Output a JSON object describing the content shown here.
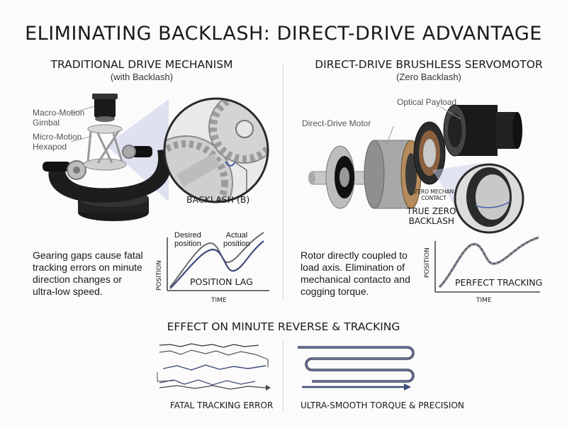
{
  "title": "ELIMINATING BACKLASH: DIRECT-DRIVE ADVANTAGE",
  "left": {
    "heading": "TRADITIONAL DRIVE MECHANISM",
    "subheading": "(with Backlash)",
    "labels": {
      "gimbal_line1": "Macro-Motion",
      "gimbal_line2": "Gimbal",
      "hexapod_line1": "Micro-Motion",
      "hexapod_line2": "Hexapod",
      "backlash": "BACKLASH (B)"
    },
    "description_lines": [
      "Gearing gaps cause fatal",
      "tracking errors on minute",
      "direction changes or",
      "ultra-low speed."
    ],
    "plot": {
      "y_label": "POSITION",
      "x_label": "TIME",
      "desired_line1": "Desired",
      "desired_line2": "position",
      "actual_line1": "Actual",
      "actual_line2": "position",
      "caption": "POSITION LAG"
    }
  },
  "right": {
    "heading": "DIRECT-DRIVE BRUSHLESS SERVOMOTOR",
    "subheading": "(Zero Backlash)",
    "labels": {
      "payload": "Optical Payload",
      "motor": "Direct-Drive Motor",
      "contact_line1": "ZERO MECHAN",
      "contact_line2": "CONTACT",
      "zero_line1": "TRUE ZERO",
      "zero_line2": "BACKLASH"
    },
    "description_lines": [
      "Rotor directly coupled to",
      "load axis. Elimination of",
      "mechanical contacto and",
      "cogging torque."
    ],
    "plot": {
      "y_label": "POSITION",
      "x_label": "TIME",
      "caption": "PERFECT TRACKING"
    }
  },
  "bottom": {
    "heading": "EFFECT ON MINUTE REVERSE & TRACKING",
    "left_caption": "FATAL TRACKING ERROR",
    "right_caption": "ULTRA-SMOOTH TORQUE & PRECISION"
  },
  "colors": {
    "desired_line": "#6a6a6a",
    "actual_line": "#3f4b7a",
    "accent": "#4b5fa8",
    "callout": "#c6c9e6"
  }
}
